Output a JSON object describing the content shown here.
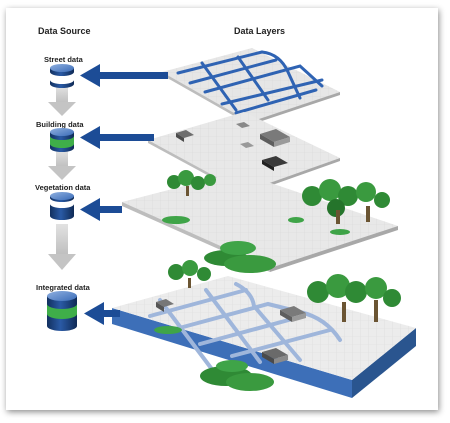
{
  "headers": {
    "source": "Data Source",
    "layers": "Data Layers"
  },
  "sources": [
    {
      "label": "Street data",
      "band_color": "#ffffff"
    },
    {
      "label": "Building data",
      "band_color": "#3fae49"
    },
    {
      "label": "Vegetation data",
      "band_color": "#ffffff"
    },
    {
      "label": "Integrated data",
      "band_color": "#3fae49"
    }
  ],
  "colors": {
    "arrow_blue": "#1c4c96",
    "street_blue": "#2f63b3",
    "street_light": "#9fb6db",
    "cylinder_blue": "#1a3f7a",
    "tree_green": "#2f8a35",
    "building_gray": "#8a8a8a",
    "flow_gray": "#c8c8c8"
  }
}
